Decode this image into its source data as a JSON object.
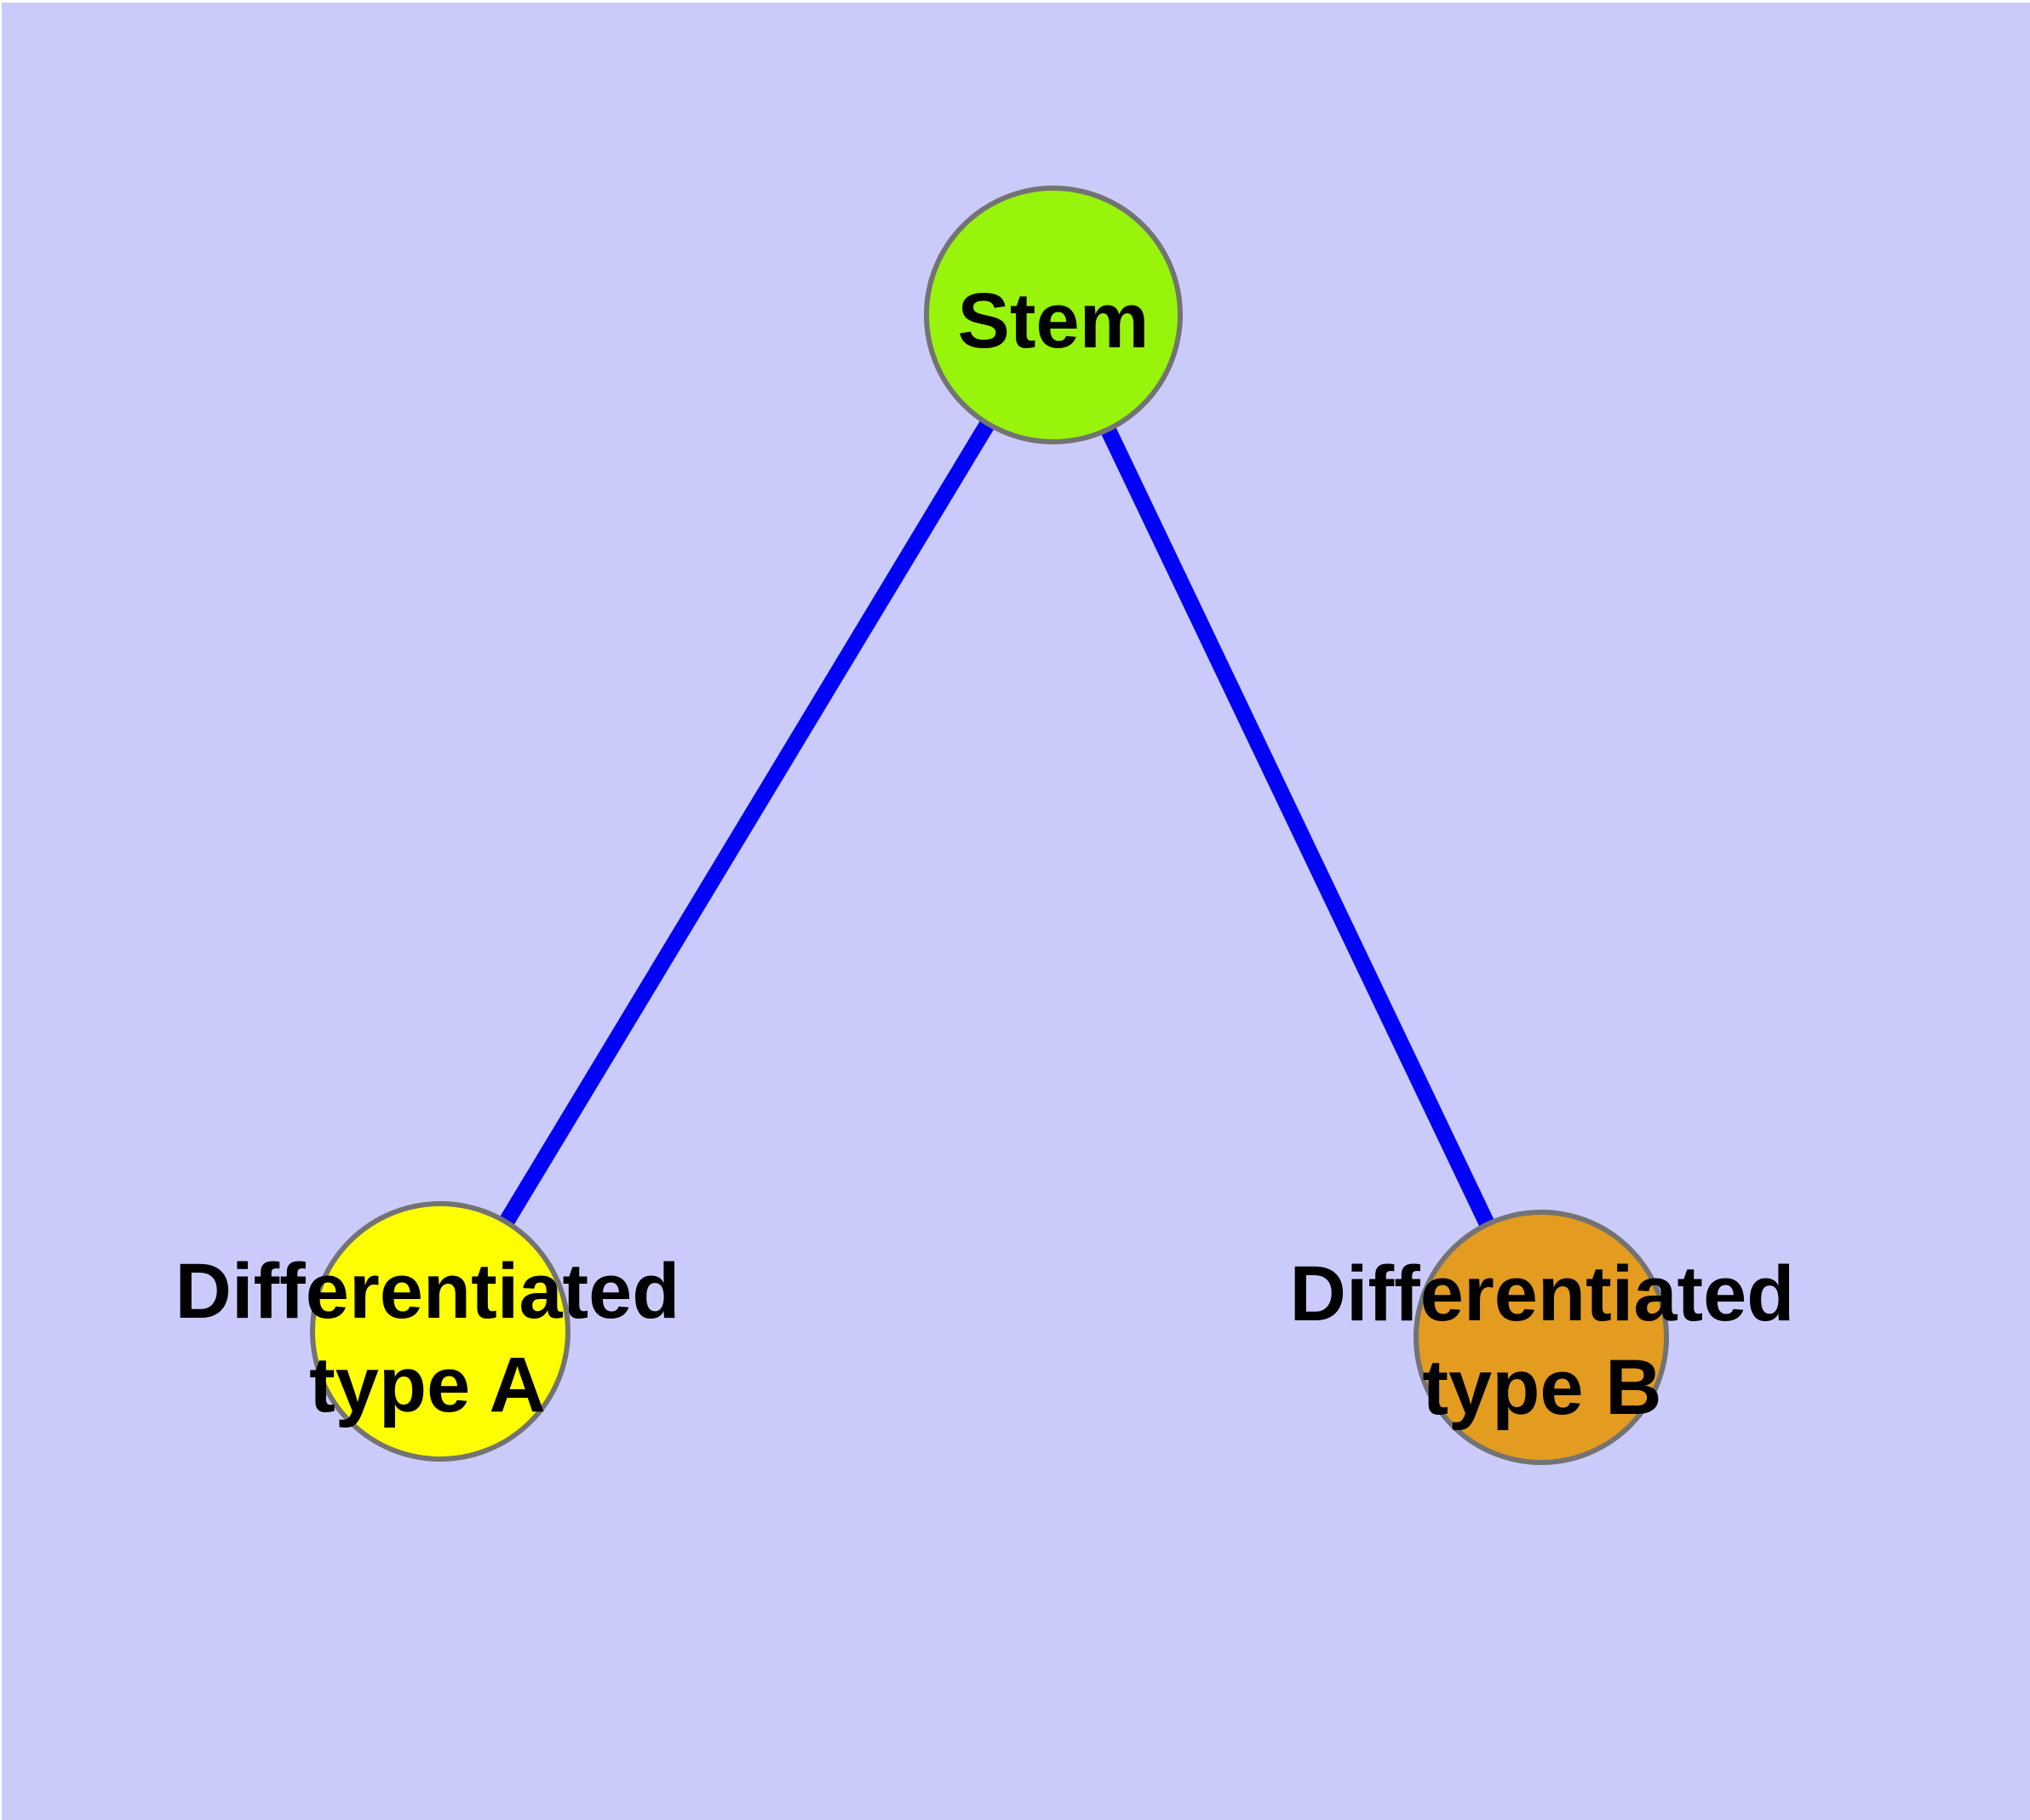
{
  "diagram": {
    "background_color": "#CBCBFB",
    "edge_color": "#0101F6",
    "node_border_color": "#737373",
    "label_color": "#000000",
    "nodes": {
      "stem": {
        "label": "Stem",
        "fill": "#97F40A"
      },
      "typeA": {
        "label_line1": "Differentiated",
        "label_line2": "type A",
        "fill": "#FFFF00"
      },
      "typeB": {
        "label_line1": "Differentiated",
        "label_line2": "type B",
        "fill": "#E39B20"
      }
    },
    "edges": [
      {
        "from": "stem",
        "to": "typeA"
      },
      {
        "from": "stem",
        "to": "typeB"
      }
    ]
  }
}
